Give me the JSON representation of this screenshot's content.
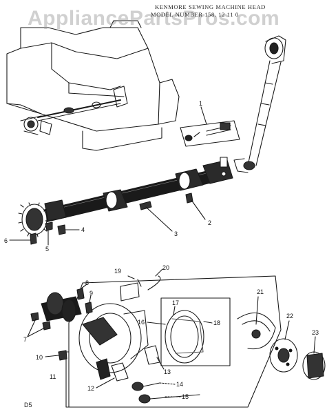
{
  "header": {
    "line1": "KENMORE SEWING MACHINE HEAD",
    "line2": "MODEL NUMBER  158. 12 11 0"
  },
  "watermark": "AppliancePartsPros.com",
  "diagram_code": "D5",
  "callouts": [
    "1",
    "2",
    "3",
    "4",
    "5",
    "6",
    "7",
    "8",
    "9",
    "10",
    "11",
    "12",
    "13",
    "14",
    "15",
    "16",
    "17",
    "18",
    "19",
    "20",
    "21",
    "22",
    "23"
  ],
  "colors": {
    "ink": "#111111",
    "watermark": "#969696",
    "paper": "#ffffff"
  }
}
